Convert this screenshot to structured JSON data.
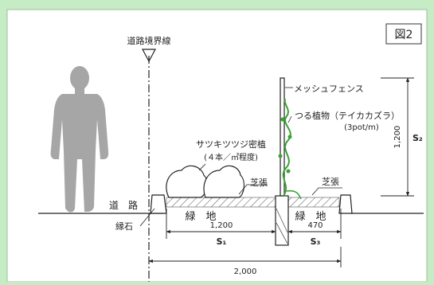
{
  "figure_label": "図2",
  "labels": {
    "boundary": "道路境界線",
    "mesh_fence": "メッシュフェンス",
    "vine_plant": "つる植物（テイカカズラ）",
    "vine_density": "(3pot/m)",
    "azalea": "サツキツツジ密植",
    "azalea_density": "(４本／㎡程度)",
    "turf_left": "芝張",
    "turf_right": "芝張",
    "road": "道　路",
    "green_left": "緑　地",
    "green_right": "緑　地",
    "curb": "縁石"
  },
  "dimensions": {
    "width_left": "1,200",
    "width_right": "470",
    "width_total": "2,000",
    "fence_height": "1,200",
    "s1": "S₁",
    "s2": "S₂",
    "s3": "S₃"
  },
  "colors": {
    "background": "#c5ecc4",
    "panel": "#ffffff",
    "person": "#a6a6a6",
    "vine": "#3aa336",
    "line": "#222222"
  }
}
